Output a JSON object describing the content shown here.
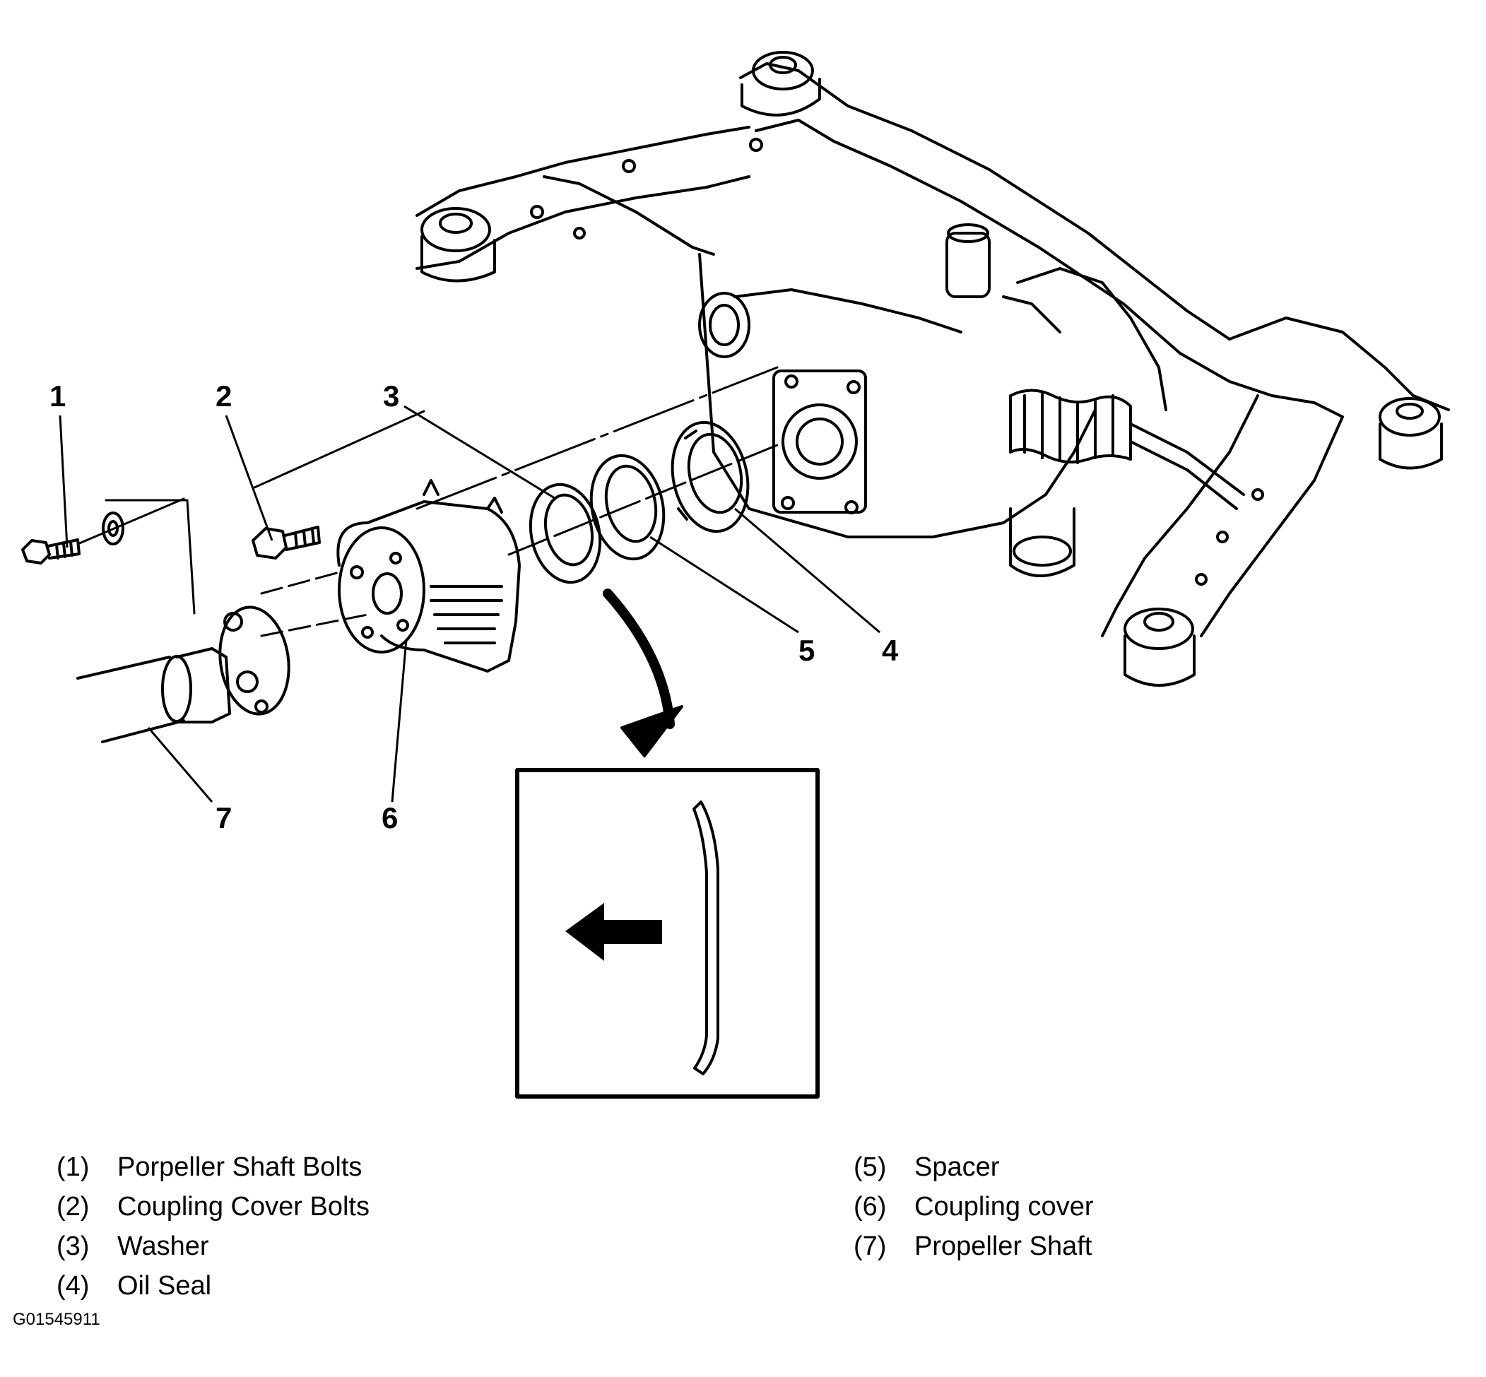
{
  "callouts": {
    "c1": "1",
    "c2": "2",
    "c3": "3",
    "c4": "4",
    "c5": "5",
    "c6": "6",
    "c7": "7"
  },
  "legend": {
    "left": [
      {
        "num": "(1)",
        "text": "Porpeller Shaft Bolts"
      },
      {
        "num": "(2)",
        "text": "Coupling Cover Bolts"
      },
      {
        "num": "(3)",
        "text": "Washer"
      },
      {
        "num": "(4)",
        "text": "Oil Seal"
      }
    ],
    "right": [
      {
        "num": "(5)",
        "text": "Spacer"
      },
      {
        "num": "(6)",
        "text": "Coupling cover"
      },
      {
        "num": "(7)",
        "text": "Propeller Shaft"
      }
    ]
  },
  "figure_id": "G01545911"
}
